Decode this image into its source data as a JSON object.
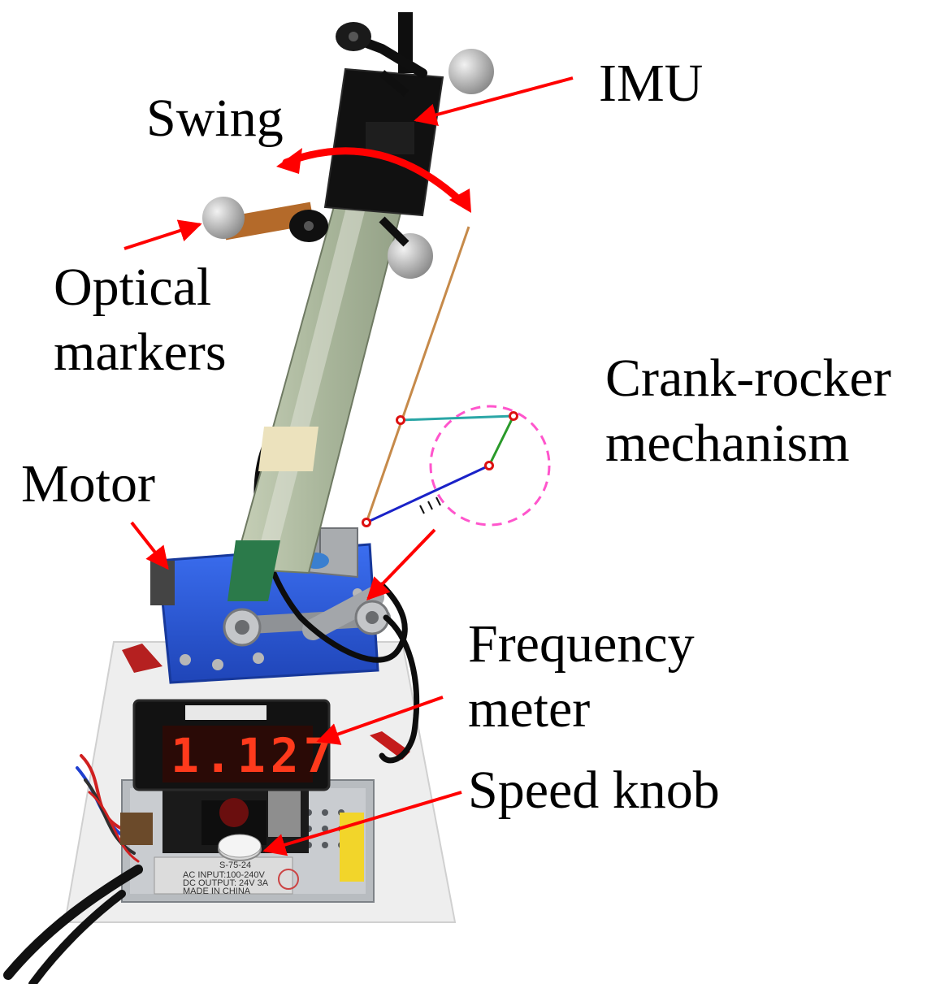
{
  "labels": {
    "imu": "IMU",
    "swing": "Swing",
    "optical_markers": [
      "Optical",
      "markers"
    ],
    "crank_rocker": [
      "Crank-rocker",
      "mechanism"
    ],
    "motor": "Motor",
    "frequency_meter": [
      "Frequency",
      "meter"
    ],
    "speed_knob": "Speed knob"
  },
  "display": {
    "frequency_reading": "1.127"
  },
  "power_supply": {
    "model": "S-75-24",
    "input": "AC INPUT:100-240V",
    "output": "DC OUTPUT: 24V 3A",
    "origin": "MADE IN CHINA"
  },
  "colors": {
    "arrow": "#ff0000",
    "crank_circle": "#ff55cc",
    "link_ground": "#c68a4a",
    "link_coupler": "#2aa6a6",
    "link_rocker": "#2a9a2a",
    "link_crank": "#1a22c8",
    "joint": "#dd1111",
    "motor_housing": "#2f5bd8",
    "led": "#ff3a1c"
  }
}
